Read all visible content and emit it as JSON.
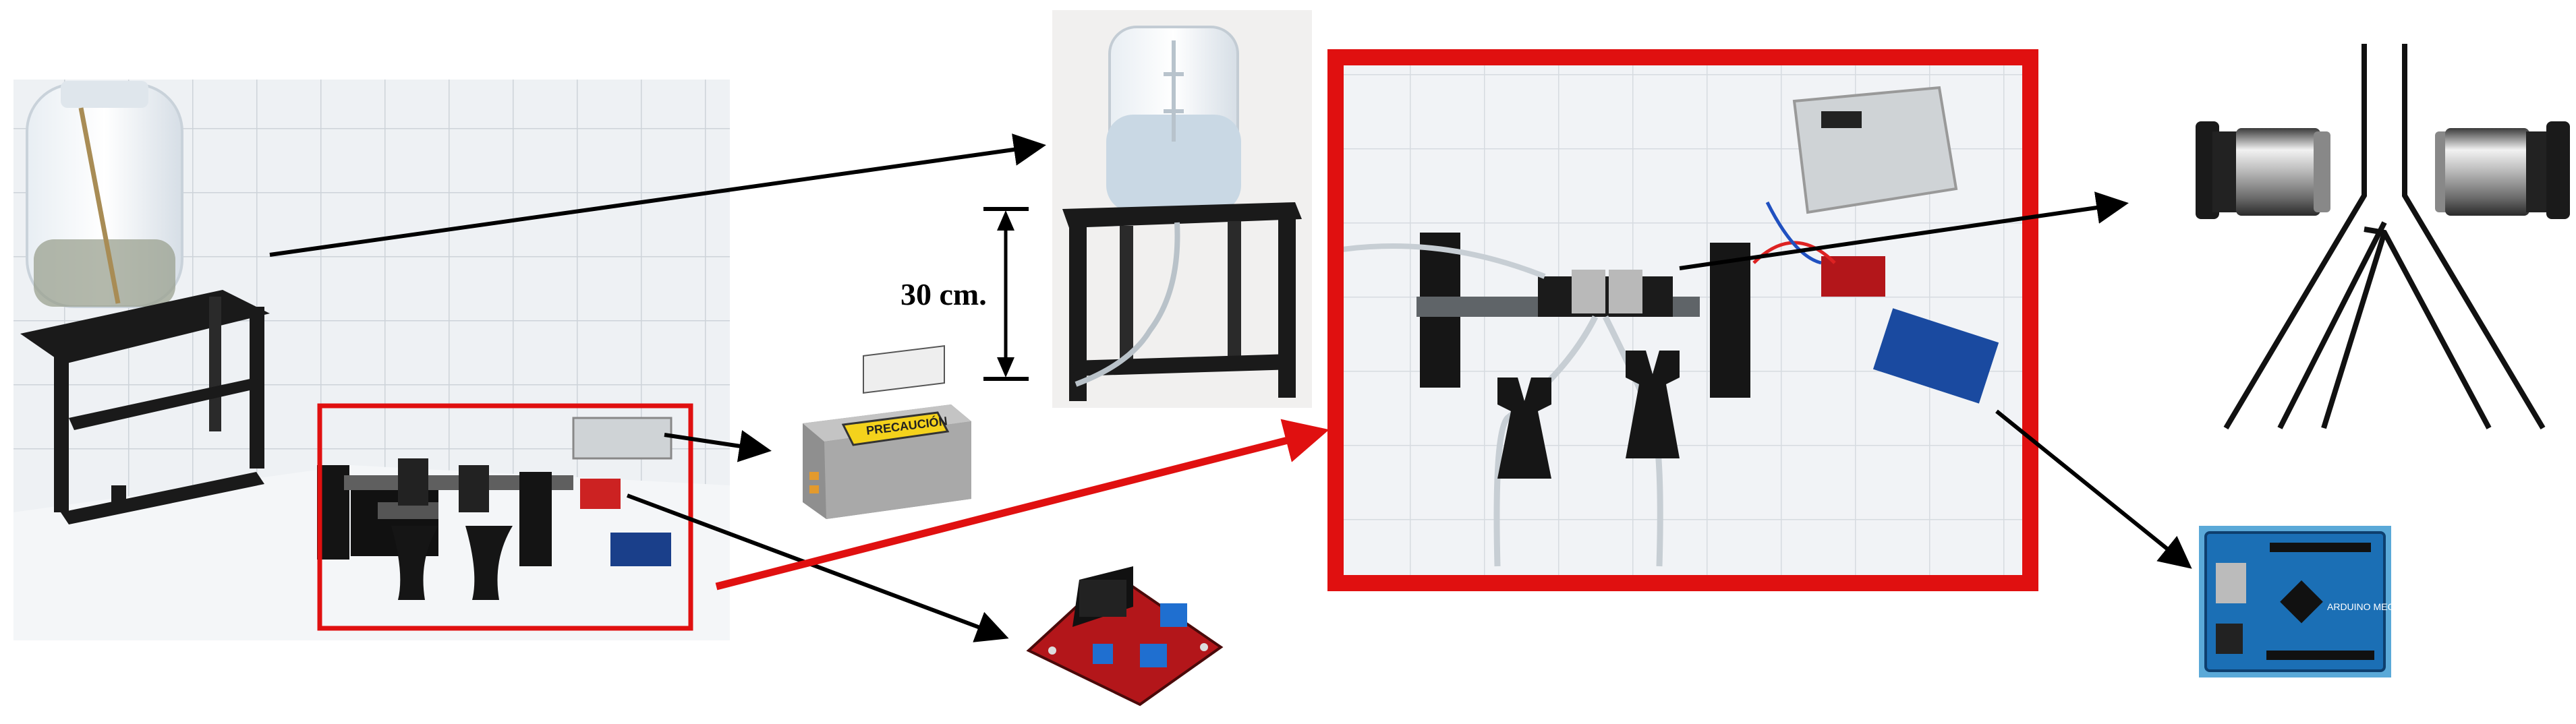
{
  "annotations": {
    "height_label": "30 cm."
  },
  "colors": {
    "highlight": "#e01010",
    "arrow": "#000000",
    "frame": "#1c1c1c",
    "tile": "#e9edf1",
    "water": "#cfdce6",
    "pcb_red": "#b3161a",
    "arduino_blue": "#1b6fb5"
  },
  "icons": {
    "water_tank": "water-bottle-on-stand-icon",
    "power_supply": "power-supply-icon",
    "motor_driver": "motor-driver-board-icon",
    "y_tube": "y-tube-with-pinch-valves-icon",
    "microcontroller": "arduino-mega-icon"
  },
  "power_supply_label": "PRECAUCIÓN",
  "arduino_label": "ARDUINO MEGA"
}
